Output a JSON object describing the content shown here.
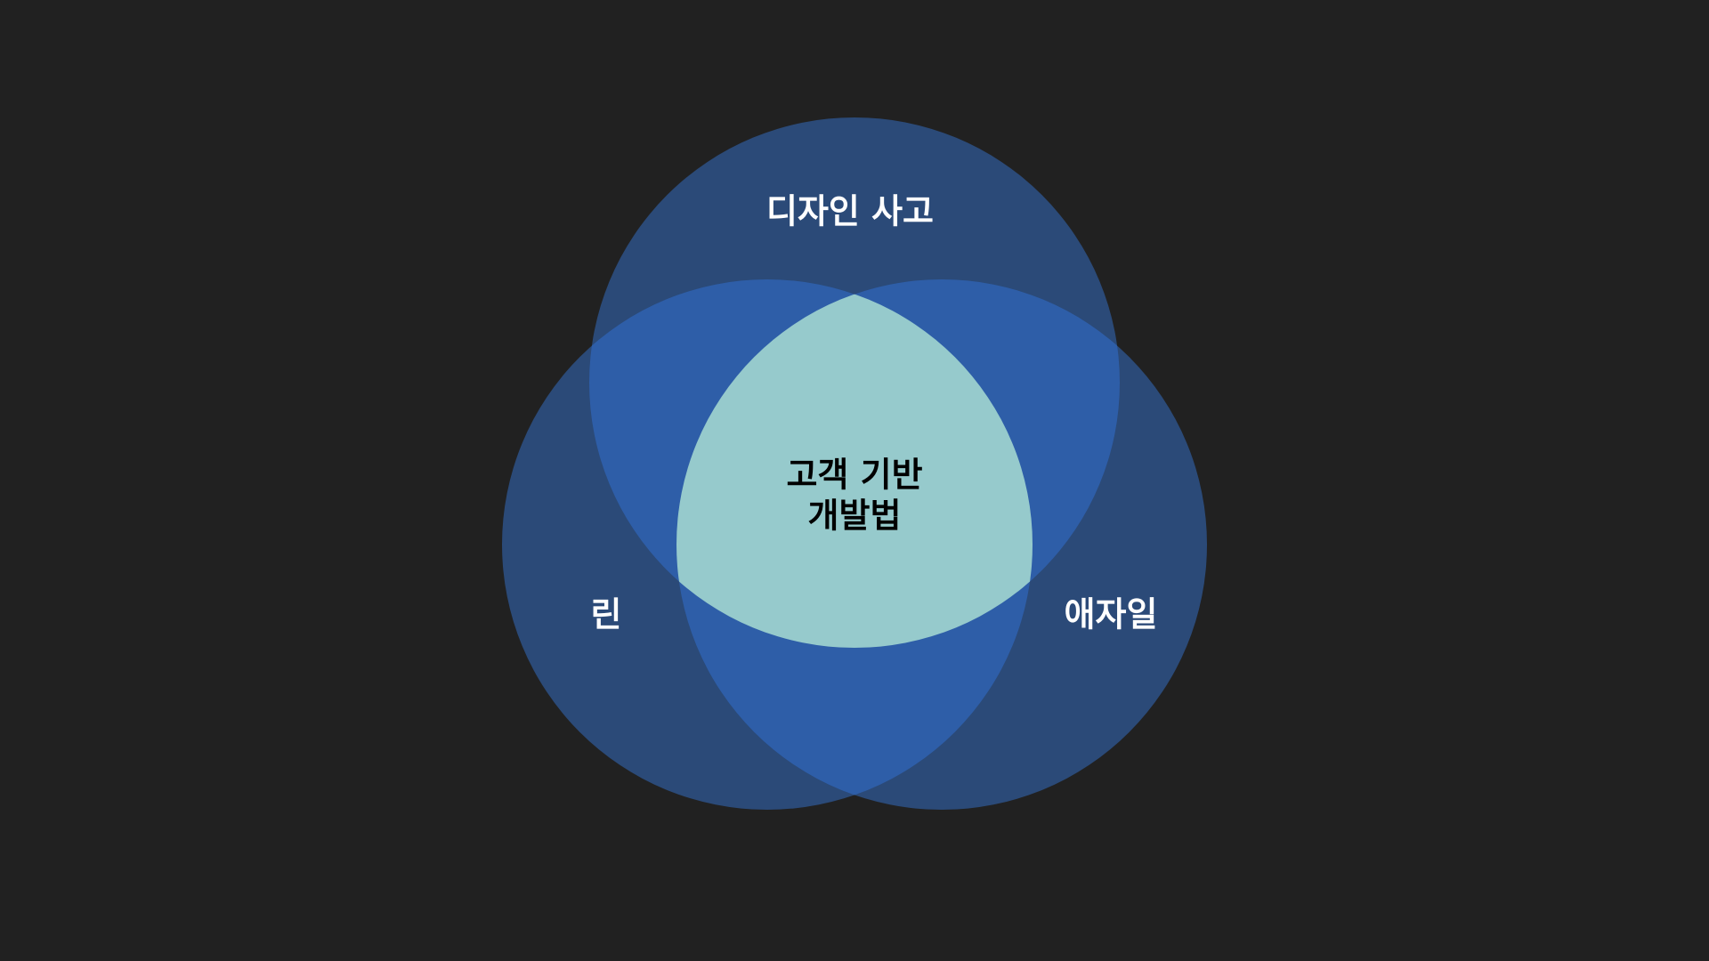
{
  "diagram": {
    "type": "venn-3",
    "sets": [
      {
        "id": "top",
        "label": "디자인 사고"
      },
      {
        "id": "left",
        "label": "린"
      },
      {
        "id": "right",
        "label": "애자일"
      }
    ],
    "center": {
      "line1": "고객 기반",
      "line2": "개발법"
    },
    "colors": {
      "background": "#212121",
      "circle_fill": "#2b4a78",
      "pair_overlap_fill": "#2e5ea8",
      "center_fill": "#96cacc",
      "outer_label": "#ffffff",
      "center_label": "#000000"
    }
  }
}
